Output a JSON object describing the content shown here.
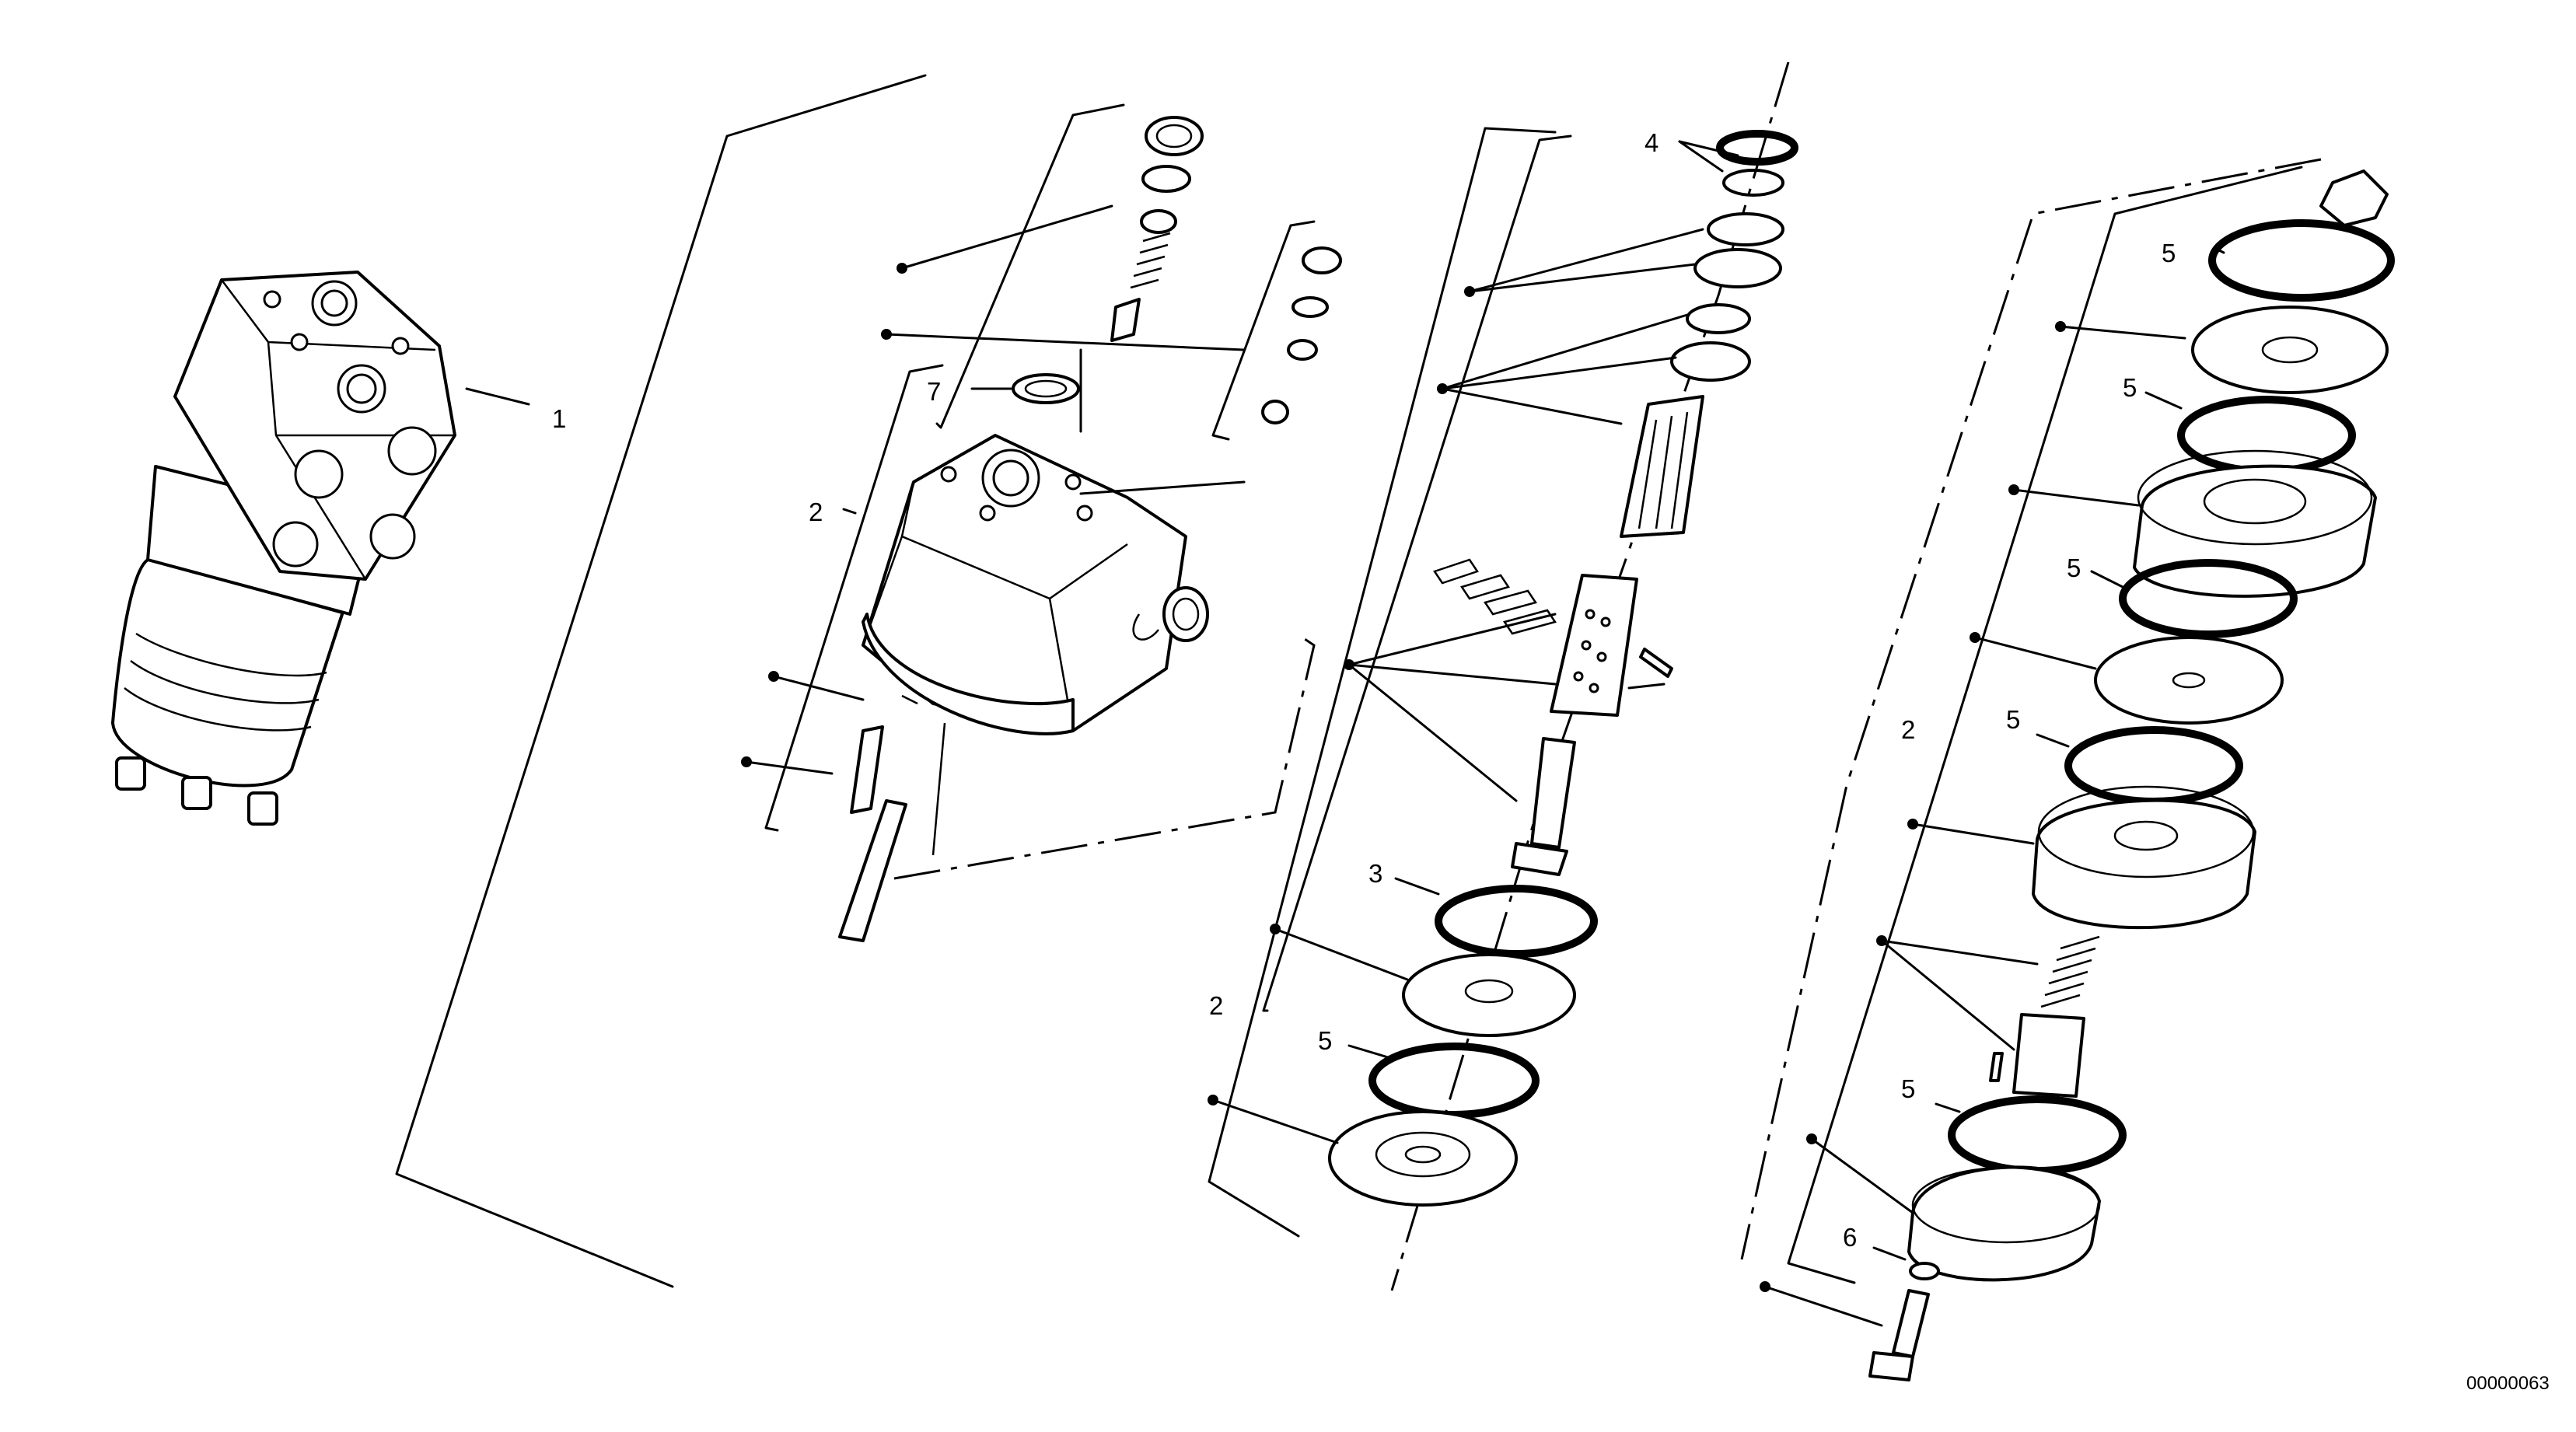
{
  "labels": {
    "p1": "1",
    "p2a": "2",
    "p2b": "2",
    "p2c": "2",
    "p3": "3",
    "p4": "4",
    "p5a": "5",
    "p5b": "5",
    "p5c": "5",
    "p5d": "5",
    "p5e": "5",
    "p5f": "5",
    "p6": "6",
    "p7": "7"
  },
  "drawing_code": "00000063"
}
